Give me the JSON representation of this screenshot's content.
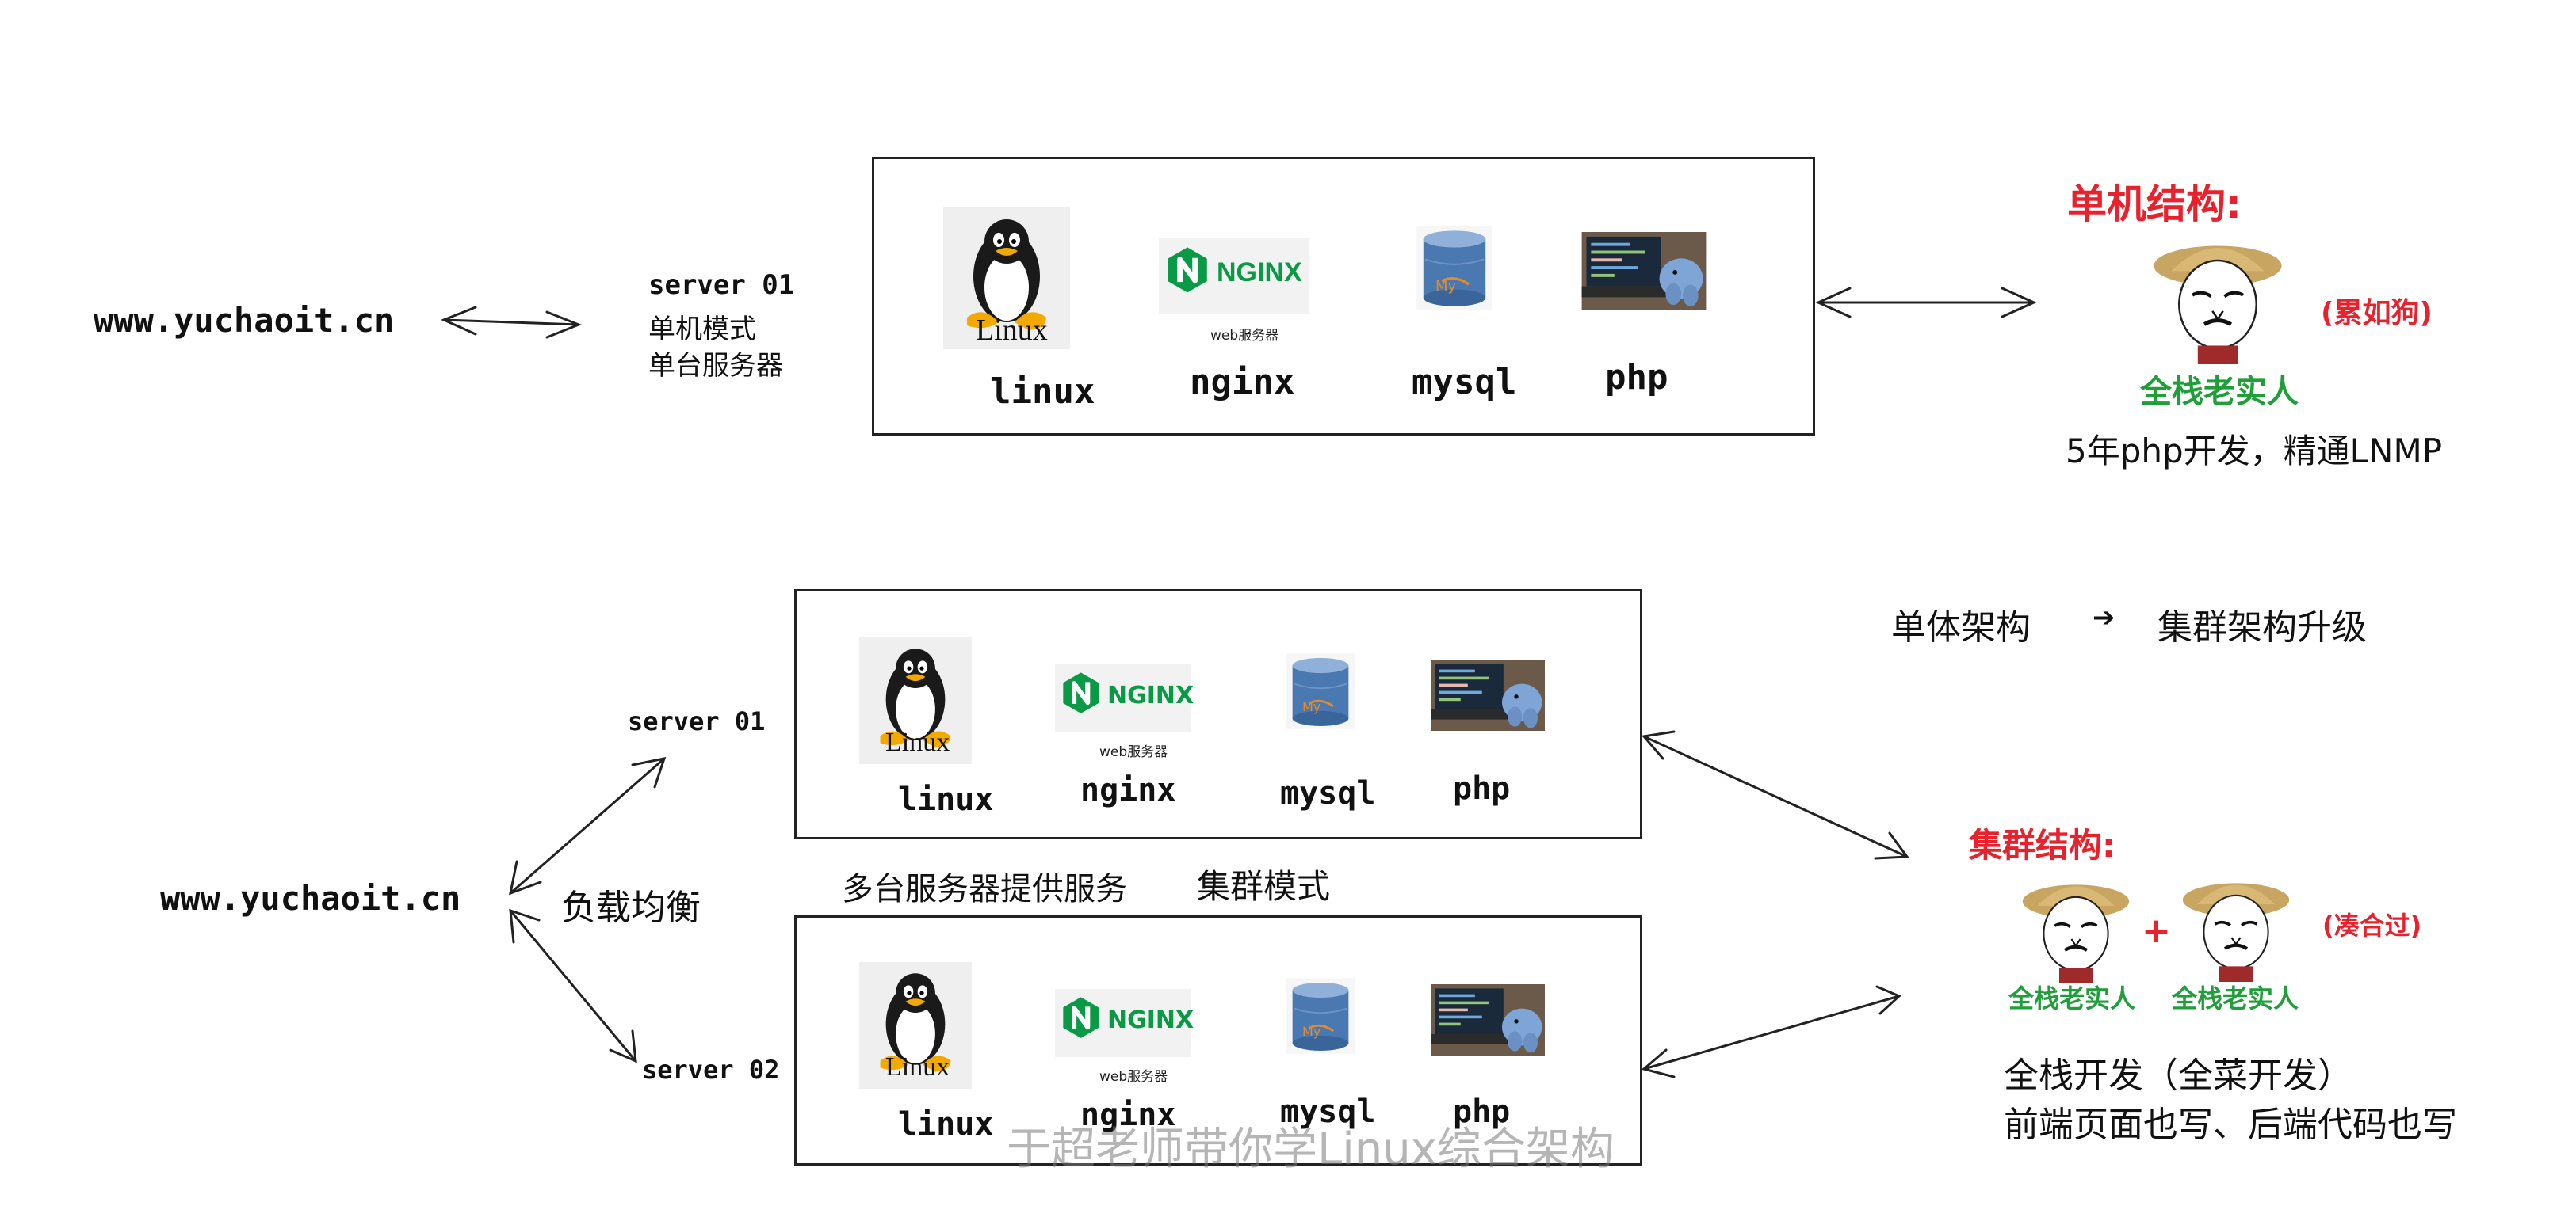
{
  "single": {
    "domain": "www.yuchaoit.cn",
    "server_name": "server 01",
    "mode": "单机模式",
    "note": "单台服务器",
    "stack": {
      "linux": "linux",
      "linux_logo_text": "Linux",
      "nginx": "nginx",
      "nginx_logo_text": "NGINX",
      "nginx_sub": "web服务器",
      "mysql": "mysql",
      "mysql_logo_text": "My",
      "php": "php"
    },
    "persona_title": "单机结构:",
    "persona_note": "(累如狗)",
    "persona_label": "全栈老实人",
    "persona_desc": "5年php开发，精通LNMP"
  },
  "transition": {
    "from": "单体架构",
    "arrow": "➔",
    "to": "集群架构升级"
  },
  "cluster": {
    "domain": "www.yuchaoit.cn",
    "lb_label": "负载均衡",
    "server1": "server 01",
    "server2": "server 02",
    "middle_left": "多台服务器提供服务",
    "middle_right": "集群模式",
    "persona_title": "集群结构:",
    "persona_note": "(凑合过)",
    "persona_plus": "+",
    "persona_label_1": "全栈老实人",
    "persona_label_2": "全栈老实人",
    "desc_line1": "全栈开发（全菜开发）",
    "desc_line2": "前端页面也写、后端代码也写"
  },
  "watermark": "于超老师带你学Linux综合架构",
  "colors": {
    "red": "#e8212d",
    "green": "#1f9e3a",
    "nginx_green": "#0a9a46",
    "line": "#222222"
  }
}
